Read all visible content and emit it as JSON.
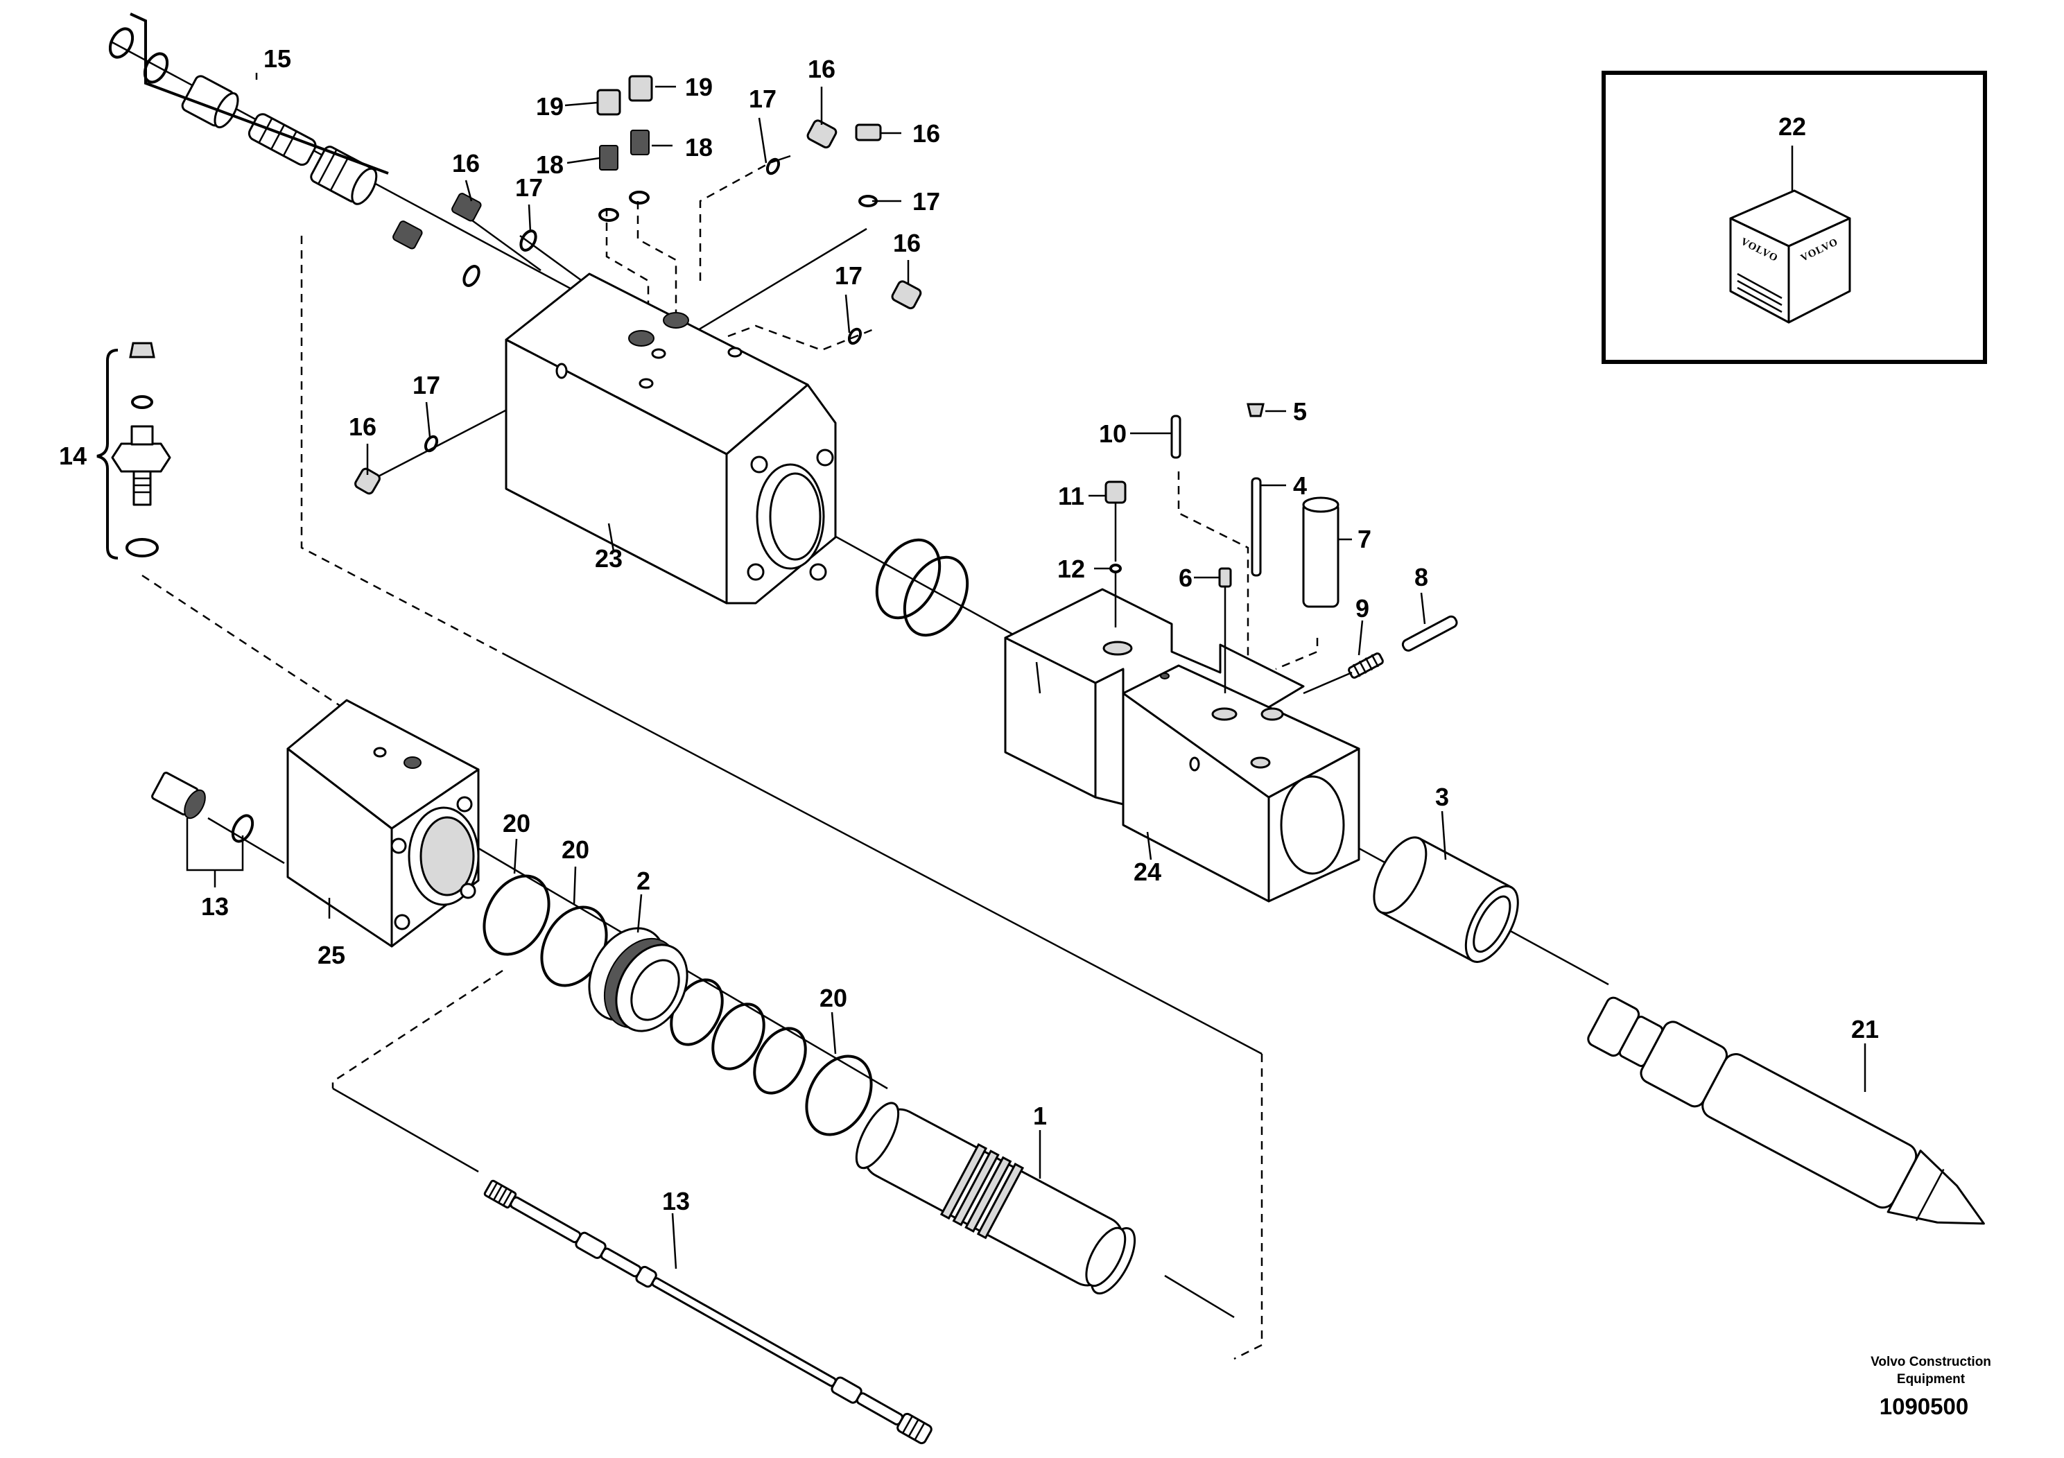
{
  "callouts": {
    "c1": "1",
    "c2": "2",
    "c3": "3",
    "c4": "4",
    "c5": "5",
    "c6": "6",
    "c7": "7",
    "c8": "8",
    "c9": "9",
    "c10": "10",
    "c11": "11",
    "c12": "12",
    "c13a": "13",
    "c13b": "13",
    "c14": "14",
    "c15": "15",
    "c16a": "16",
    "c16b": "16",
    "c16c": "16",
    "c16d": "16",
    "c16e": "16",
    "c17a": "17",
    "c17b": "17",
    "c17c": "17",
    "c17d": "17",
    "c17e": "17",
    "c18a": "18",
    "c18b": "18",
    "c19a": "19",
    "c19b": "19",
    "c20a": "20",
    "c20b": "20",
    "c20c": "20",
    "c21": "21",
    "c22": "22",
    "c23": "23",
    "c24": "24",
    "c25": "25"
  },
  "logo": {
    "left_face": "VOLVO",
    "right_face": "VOLVO"
  },
  "footer": {
    "company_line1": "Volvo Construction",
    "company_line2": "Equipment",
    "drawing_number": "1090500"
  }
}
